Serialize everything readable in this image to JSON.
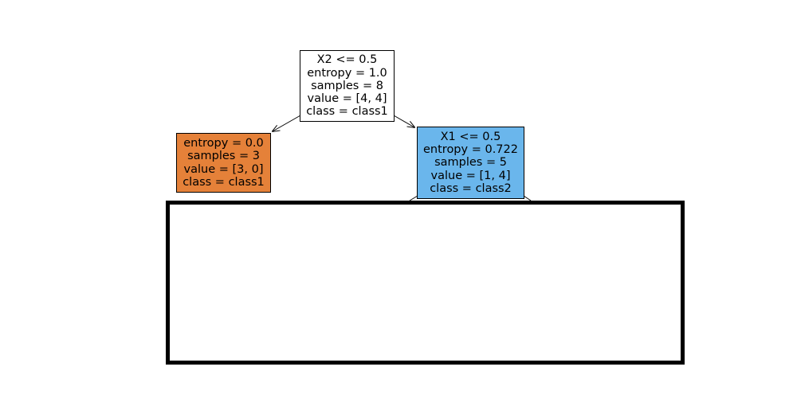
{
  "tree": {
    "nodes": [
      {
        "id": "root",
        "fill": "#ffffff",
        "lines": [
          "X2 <= 0.5",
          "entropy = 1.0",
          "samples = 8",
          "value = [4, 4]",
          "class = class1"
        ]
      },
      {
        "id": "left",
        "fill": "#e58139",
        "lines": [
          "entropy = 0.0",
          "samples = 3",
          "value = [3, 0]",
          "class = class1"
        ]
      },
      {
        "id": "right",
        "fill": "#6ab6ec",
        "lines": [
          "X1 <= 0.5",
          "entropy = 0.722",
          "samples = 5",
          "value = [1, 4]",
          "class = class2"
        ]
      }
    ],
    "edges": [
      {
        "from": "root",
        "to": "left"
      },
      {
        "from": "root",
        "to": "right"
      }
    ]
  }
}
